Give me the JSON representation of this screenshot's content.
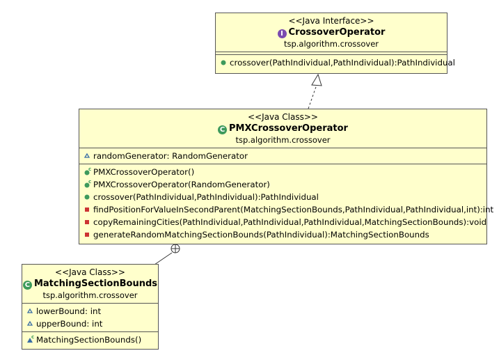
{
  "interface_box": {
    "stereotype": "<<Java Interface>>",
    "badge": "I",
    "name": "CrossoverOperator",
    "package": "tsp.algorithm.crossover",
    "operations": [
      {
        "visibility": "public",
        "text": "crossover(PathIndividual,PathIndividual):PathIndividual"
      }
    ]
  },
  "pmx_box": {
    "stereotype": "<<Java Class>>",
    "badge": "C",
    "name": "PMXCrossoverOperator",
    "package": "tsp.algorithm.crossover",
    "attributes": [
      {
        "visibility": "package",
        "text": "randomGenerator: RandomGenerator"
      }
    ],
    "operations": [
      {
        "visibility": "constructor-public",
        "text": "PMXCrossoverOperator()"
      },
      {
        "visibility": "constructor-public",
        "text": "PMXCrossoverOperator(RandomGenerator)"
      },
      {
        "visibility": "public",
        "text": "crossover(PathIndividual,PathIndividual):PathIndividual"
      },
      {
        "visibility": "private",
        "text": "findPositionForValueInSecondParent(MatchingSectionBounds,PathIndividual,PathIndividual,int):int"
      },
      {
        "visibility": "private",
        "text": "copyRemainingCities(PathIndividual,PathIndividual,PathIndividual,MatchingSectionBounds):void"
      },
      {
        "visibility": "private",
        "text": "generateRandomMatchingSectionBounds(PathIndividual):MatchingSectionBounds"
      }
    ]
  },
  "msb_box": {
    "stereotype": "<<Java Class>>",
    "badge": "C",
    "name": "MatchingSectionBounds",
    "package": "tsp.algorithm.crossover",
    "attributes": [
      {
        "visibility": "package",
        "text": "lowerBound: int"
      },
      {
        "visibility": "package",
        "text": "upperBound: int"
      }
    ],
    "operations": [
      {
        "visibility": "constructor-package",
        "text": "MatchingSectionBounds()"
      }
    ]
  },
  "colors": {
    "box_fill": "#ffffcc",
    "public": "#3d9a5c",
    "private": "#cc3333",
    "package": "#3a6ea5",
    "interface_badge": "#7a4ab0",
    "class_badge": "#3d9a5c"
  },
  "relations": [
    {
      "type": "realization",
      "from": "PMXCrossoverOperator",
      "to": "CrossoverOperator"
    },
    {
      "type": "nested",
      "from": "MatchingSectionBounds",
      "to": "PMXCrossoverOperator"
    }
  ]
}
